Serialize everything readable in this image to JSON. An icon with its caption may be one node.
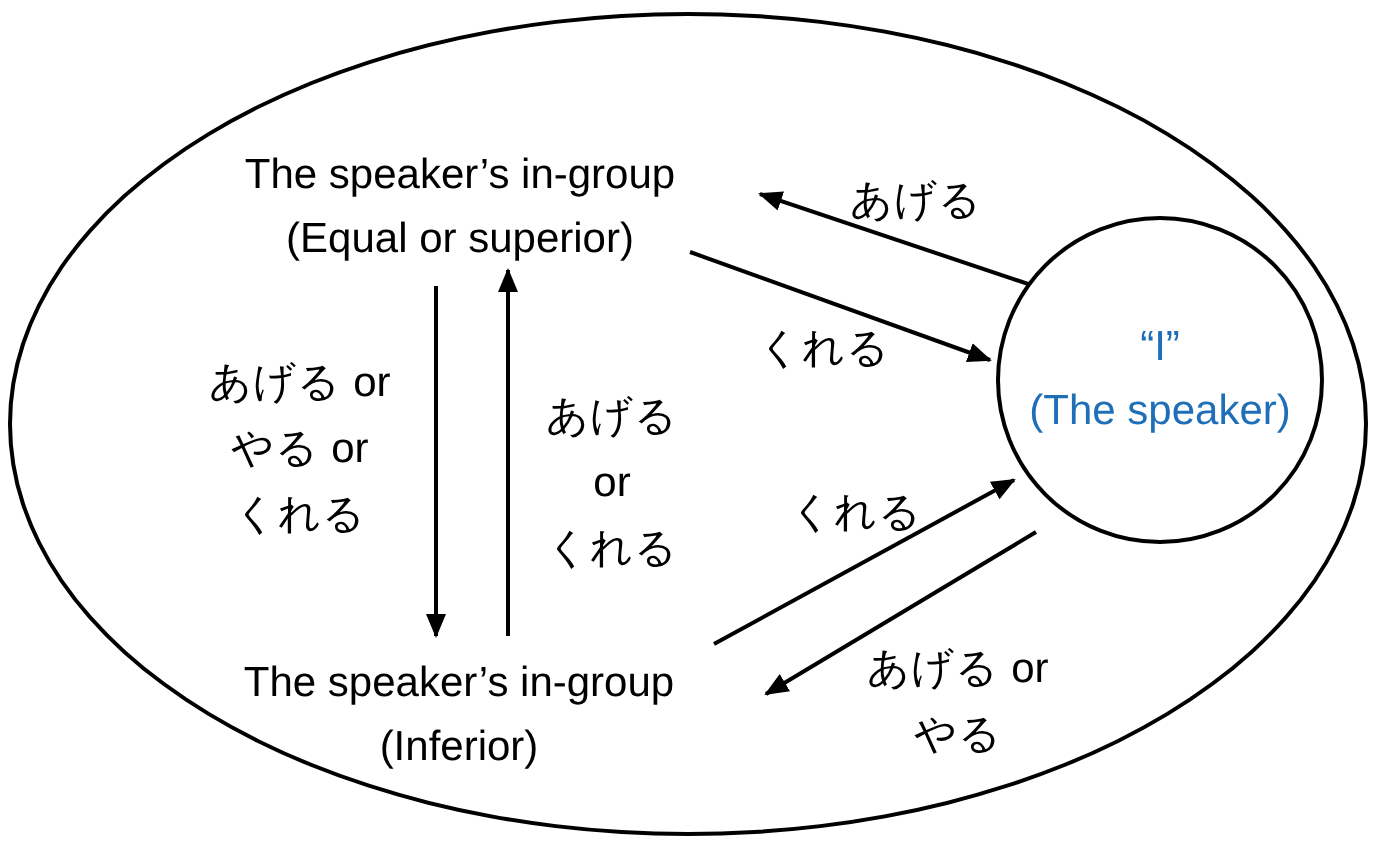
{
  "diagram": {
    "nodes": [
      {
        "text": [],
        "shape": "ellipse"
      },
      {
        "text": [
          "The speaker’s in-group (Equal or superior)"
        ],
        "in": 0
      },
      {
        "text": [
          "“I”",
          "(The speaker)"
        ],
        "in": 0
      },
      {
        "text": [
          "The speaker’s in-group (Inferior)"
        ],
        "in": 0
      }
    ],
    "edges": [
      {
        "from": 2,
        "to": 1,
        "arrow": "to",
        "label": "あげる"
      },
      {
        "from": 1,
        "to": 2,
        "arrow": "to",
        "label": "くれる"
      },
      {
        "from": 1,
        "to": 3,
        "arrow": "to",
        "label": "あげる or やる or くれる"
      },
      {
        "from": 3,
        "to": 1,
        "arrow": "to",
        "label": "あげる or くれる"
      },
      {
        "from": 3,
        "to": 2,
        "arrow": "to",
        "label": "くれる"
      },
      {
        "from": 2,
        "to": 3,
        "arrow": "to",
        "label": "あげる or やる"
      }
    ]
  }
}
